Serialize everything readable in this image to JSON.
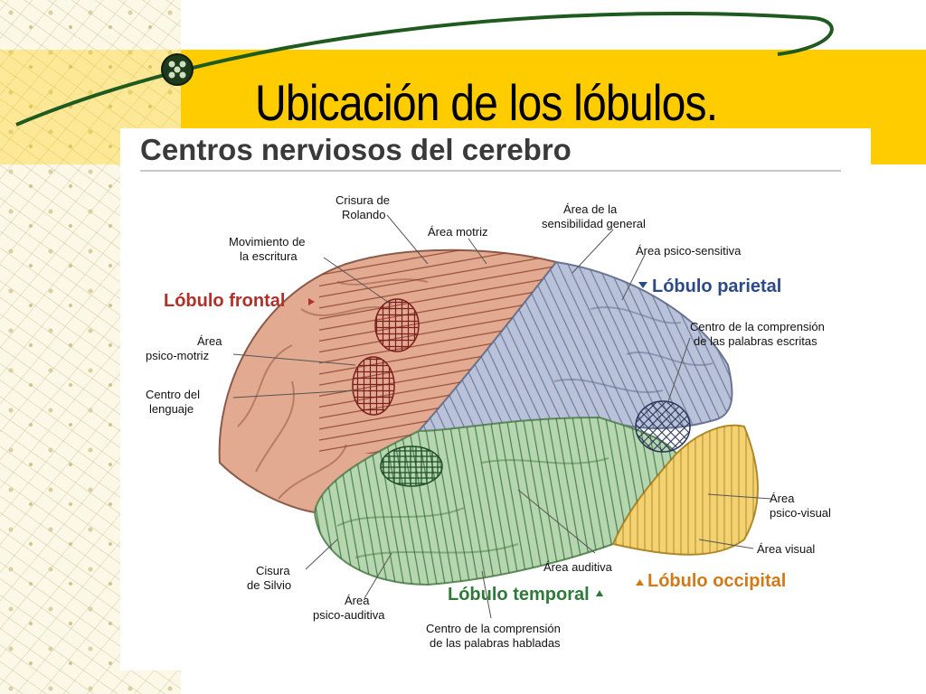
{
  "slide": {
    "title": "Ubicación de los lóbulos."
  },
  "figure": {
    "heading": "Centros nerviosos del cerebro",
    "lobes": {
      "frontal": "Lóbulo frontal",
      "parietal": "Lóbulo parietal",
      "temporal": "Lóbulo temporal",
      "occipital": "Lóbulo occipital"
    },
    "labels": {
      "crisura_rolando": [
        "Crisura de",
        "Rolando"
      ],
      "area_motriz": "Área motriz",
      "area_sensibilidad": [
        "Área de la",
        "sensibilidad general"
      ],
      "area_psico_sensitiva": "Área psico-sensitiva",
      "movimiento_escritura": [
        "Movimiento de",
        "la escritura"
      ],
      "area_psico_motriz": [
        "Área",
        "psico-motriz"
      ],
      "centro_lenguaje": [
        "Centro del",
        "lenguaje"
      ],
      "centro_palabras_escritas": [
        "Centro de la comprensión",
        "de las palabras escritas"
      ],
      "area_psico_visual": [
        "Área",
        "psico-visual"
      ],
      "area_visual": "Área visual",
      "area_auditiva": "Área auditiva",
      "cisura_silvio": [
        "Cisura",
        "de Silvio"
      ],
      "area_psico_auditiva": [
        "Área",
        "psico-auditiva"
      ],
      "centro_palabras_habladas": [
        "Centro de la comprensión",
        "de las palabras habladas"
      ]
    },
    "colors": {
      "frontal": "#e2aa90",
      "parietal": "#b9c2d8",
      "temporal": "#b6d6b0",
      "occipital": "#f4d272",
      "lobe_label_red": "#b0302a",
      "lobe_label_blue": "#2c4a86",
      "lobe_label_green": "#2f7a3a",
      "lobe_label_orange": "#d07a1a"
    }
  }
}
